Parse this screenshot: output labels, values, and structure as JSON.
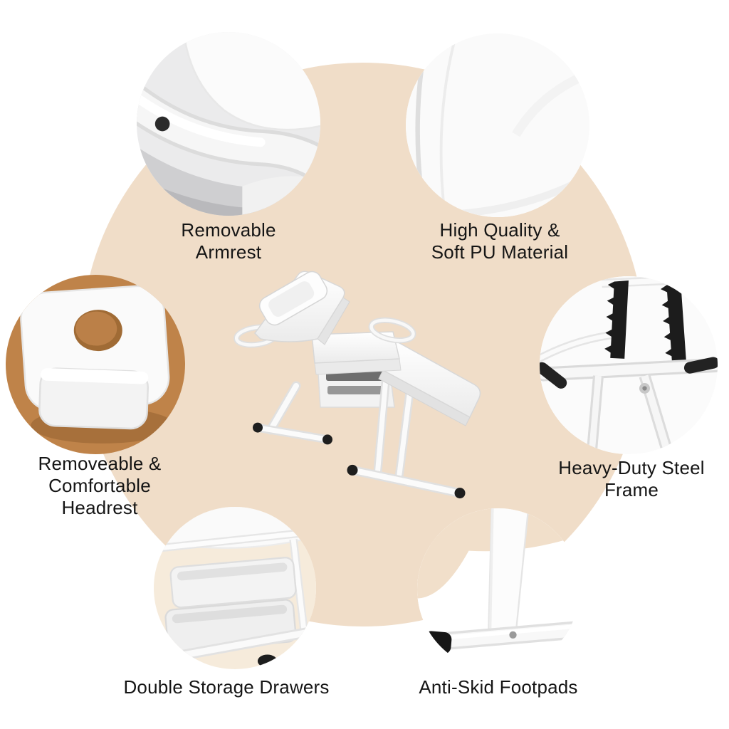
{
  "features": [
    {
      "id": "armrest",
      "label": "Removable\nArmrest",
      "image": "armrest-closeup"
    },
    {
      "id": "pu-material",
      "label": "High Quality &\nSoft PU Material",
      "image": "pu-material-closeup"
    },
    {
      "id": "headrest",
      "label": "Removeable &\nComfortable\nHeadrest",
      "image": "headrest-closeup"
    },
    {
      "id": "steel-frame",
      "label": "Heavy-Duty Steel\nFrame",
      "image": "steel-frame-closeup"
    },
    {
      "id": "storage-drawers",
      "label": "Double Storage Drawers",
      "image": "storage-drawers-closeup"
    },
    {
      "id": "footpads",
      "label": "Anti-Skid Footpads",
      "image": "footpads-closeup"
    }
  ],
  "colors": {
    "page_background": "#ffffff",
    "main_circle": "#f0ddc8",
    "accent_tan": "#bf8349",
    "text": "#151515",
    "product_white": "#fbfbfb",
    "black_parts": "#1c1c1c"
  }
}
